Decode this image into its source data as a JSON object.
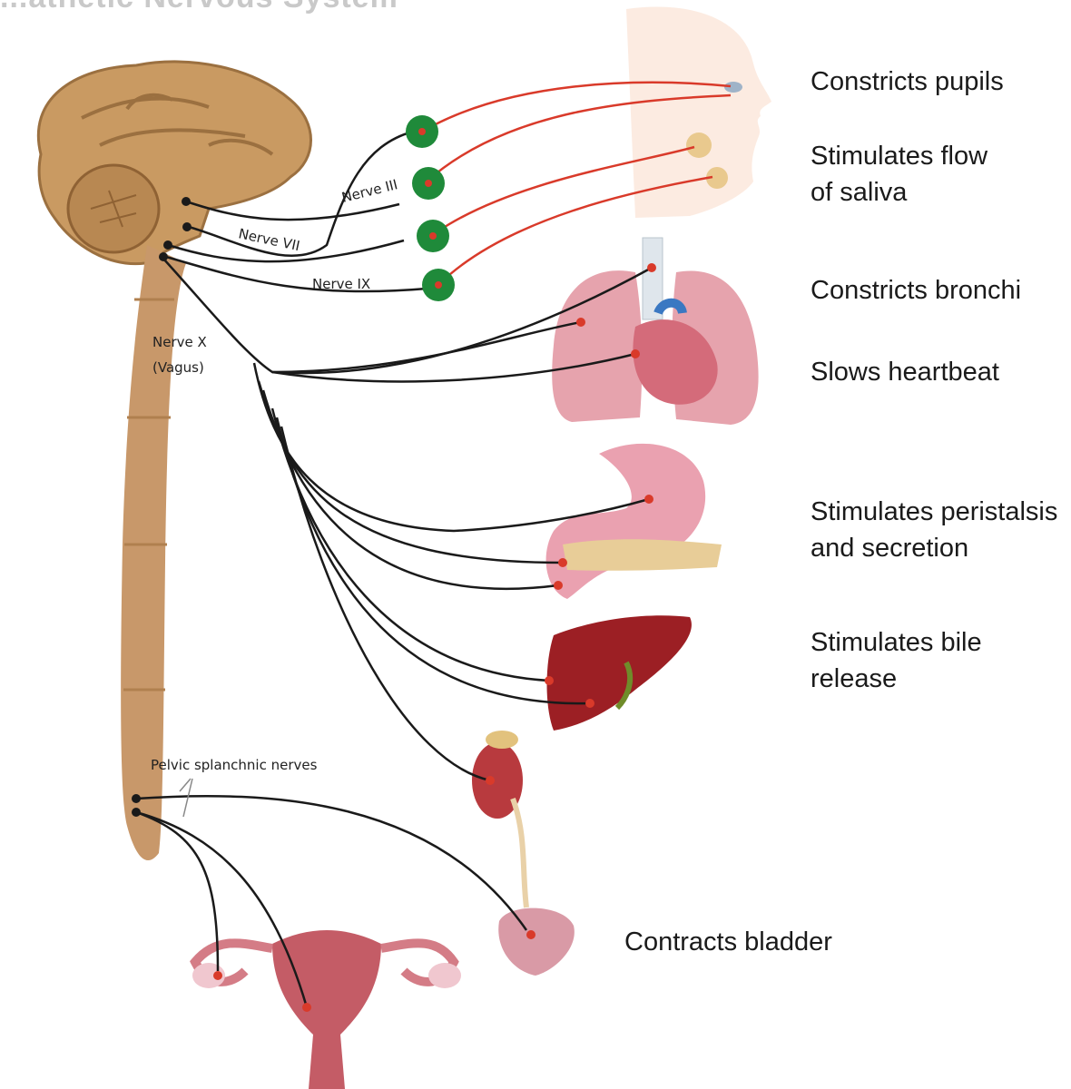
{
  "header": {
    "title_partial": "...athetic Nervous System"
  },
  "effects": {
    "pupils": "Constricts pupils",
    "saliva": "Stimulates flow\nof saliva",
    "bronchi": "Constricts bronchi",
    "heart": "Slows heartbeat",
    "digestion": "Stimulates peristalsis\nand secretion",
    "bile": "Stimulates bile\nrelease",
    "bladder": "Contracts bladder"
  },
  "nerves": {
    "n3": "Nerve III",
    "n7": "Nerve VII",
    "n9": "Nerve IX",
    "n10_line1": "Nerve X",
    "n10_line2": "(Vagus)",
    "pelvic": "Pelvic splanchnic nerves"
  },
  "colors": {
    "brain": "#c99a62",
    "spinal_cord": "#c8986a",
    "ganglion": "#1f8a3a",
    "postganglionic": "#d93a2a",
    "preganglionic": "#1a1a1a",
    "lung": "#e6a3ad",
    "stomach": "#eaa1b0",
    "liver": "#9c1f24",
    "kidney": "#b83a3e",
    "bladder": "#d99aa6",
    "uterus": "#c45c66"
  }
}
